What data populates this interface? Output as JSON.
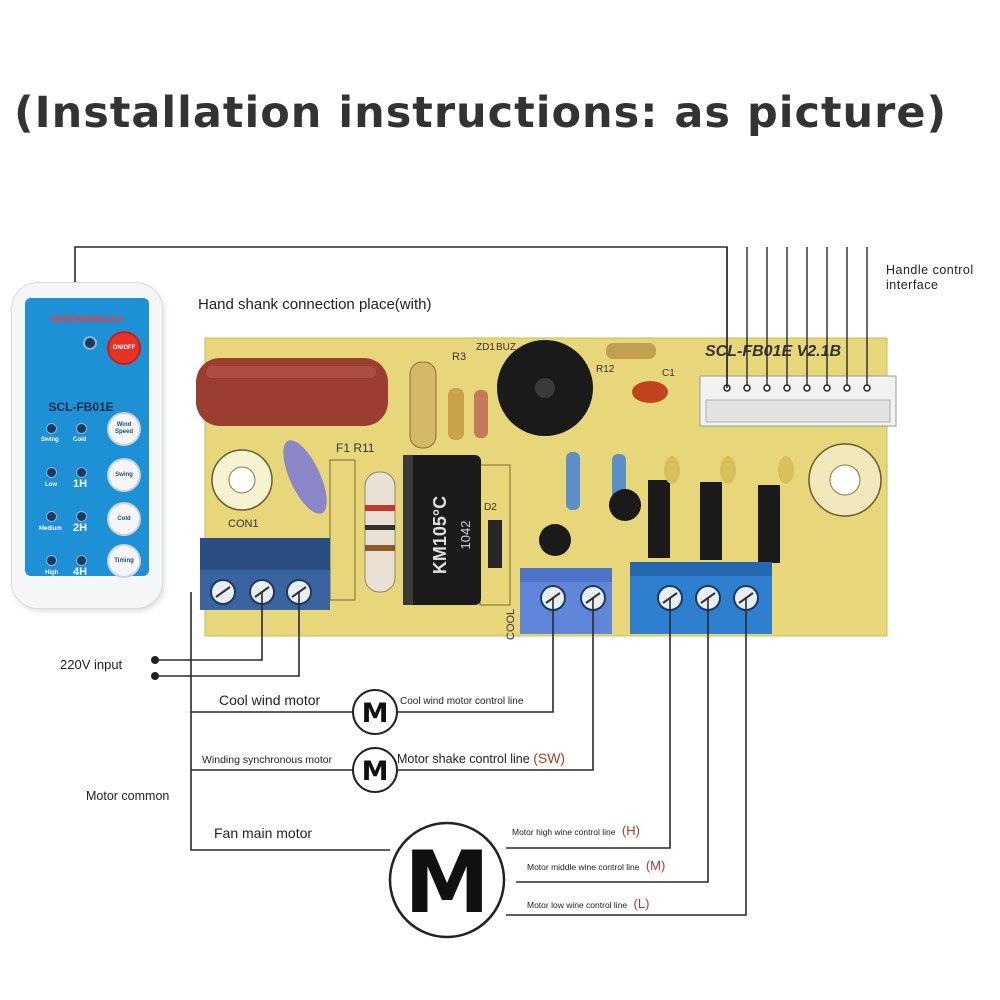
{
  "title": "(Installation instructions: as picture)",
  "labels": {
    "hand_shank": "Hand shank connection place(with)",
    "handle_interface_l1": "Handle control",
    "handle_interface_l2": "interface",
    "input_220v": "220V input",
    "motor_common": "Motor common",
    "cool_wind_motor": "Cool wind motor",
    "cool_wind_control": "Cool wind motor control line",
    "winding_sync_motor": "Winding synchronous motor",
    "shake_control": "Motor shake control line",
    "shake_code": "(SW)",
    "fan_main_motor": "Fan main motor",
    "high_line": "Motor high wine control line",
    "high_code": "(H)",
    "middle_line": "Motor middle wine control line",
    "middle_code": "(M)",
    "low_line": "Motor low wine control line",
    "low_code": "(L)"
  },
  "motors": {
    "small_symbol": "M",
    "large_symbol": "M"
  },
  "board": {
    "model": "SCL-FB01E V2.1B",
    "con1": "CON1",
    "cool": "COOL",
    "capacitor_text_1": "KM105°C",
    "capacitor_text_2": "1042",
    "f1": "F1 R11",
    "r3": "R3",
    "zd": "ZD1",
    "buz": "BUZ",
    "r12": "R12",
    "c1": "C1",
    "d2": "D2"
  },
  "remote": {
    "brand": "SUNCHONGLIC®",
    "model": "SCL-FB01E",
    "power": "ON/OFF",
    "buttons": [
      "Wind Speed",
      "Swing",
      "Cold",
      "Timing"
    ],
    "led_labels": [
      "Swing",
      "Cold",
      "Low",
      "1H",
      "Medium",
      "2H",
      "High",
      "4H"
    ]
  },
  "colors": {
    "board": "#e8d77a",
    "wire": "#2a2a2a",
    "terminal_blue": "#2f7fd0",
    "terminal_dark": "#2a4e82",
    "remote_face": "#1e90d6",
    "accent_red": "#b23a2a"
  }
}
